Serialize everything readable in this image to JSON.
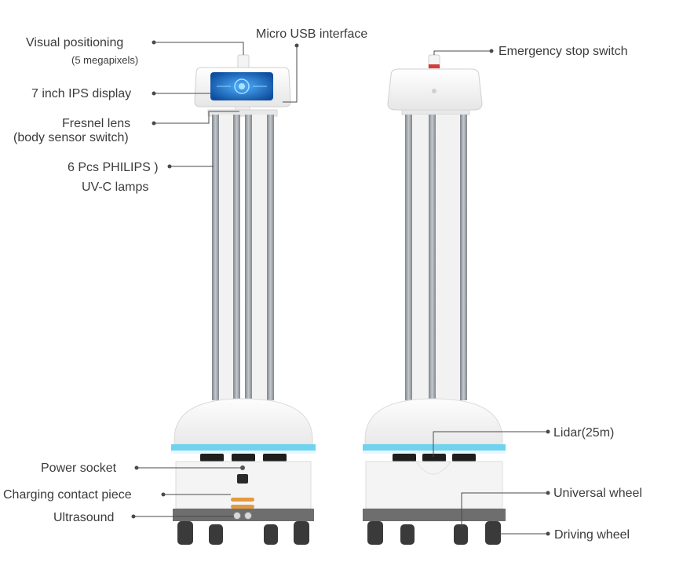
{
  "colors": {
    "text": "#3b3b3b",
    "leader": "#4a4a4a",
    "lamp": "#9aa0a6",
    "body": "#f3f3f3",
    "cyan": "#6fd3f0",
    "screen": "#1f73c9",
    "emergency": "#d83a3a",
    "base": "#6e6e6e",
    "wheel": "#3a3a3a",
    "contact": "#e39a3e"
  },
  "labels": {
    "visual_positioning": "Visual positioning",
    "megapixels": "(5 megapixels)",
    "micro_usb": "Micro USB interface",
    "ips_display": "7 inch IPS display",
    "fresnel_lens": "Fresnel lens",
    "body_sensor": "(body sensor switch)",
    "philips_lamps_1": "6 Pcs PHILIPS )",
    "philips_lamps_2": "UV-C lamps",
    "emergency_stop": "Emergency stop switch",
    "lidar": "Lidar(25m)",
    "universal_wheel": "Universal wheel",
    "driving_wheel": "Driving wheel",
    "power_socket": "Power socket",
    "charging_contact": "Charging contact piece",
    "ultrasound": "Ultrasound"
  }
}
